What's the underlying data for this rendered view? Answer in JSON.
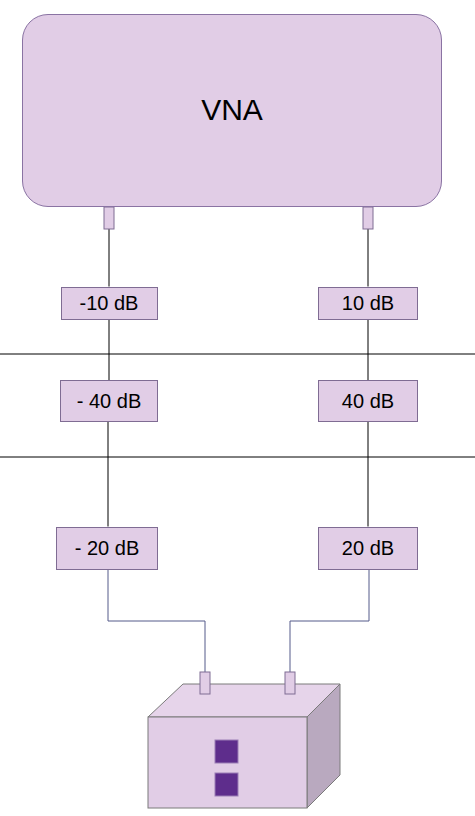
{
  "diagram": {
    "nodes": [
      {
        "text": [
          "VNA"
        ]
      },
      {
        "text": [
          "-10 dB"
        ]
      },
      {
        "text": [
          "10 dB"
        ]
      },
      {
        "text": [
          "- 40 dB"
        ]
      },
      {
        "text": [
          "40 dB"
        ]
      },
      {
        "text": [
          "- 20 dB"
        ]
      },
      {
        "text": [
          "20 dB"
        ]
      }
    ],
    "edges": [
      {
        "from": 0,
        "to": 1,
        "arrow": "none"
      },
      {
        "from": 0,
        "to": 2,
        "arrow": "none"
      },
      {
        "from": 1,
        "to": 3,
        "arrow": "none"
      },
      {
        "from": 2,
        "to": 4,
        "arrow": "none"
      },
      {
        "from": 3,
        "to": 5,
        "arrow": "none"
      },
      {
        "from": 4,
        "to": 6,
        "arrow": "none"
      }
    ]
  }
}
